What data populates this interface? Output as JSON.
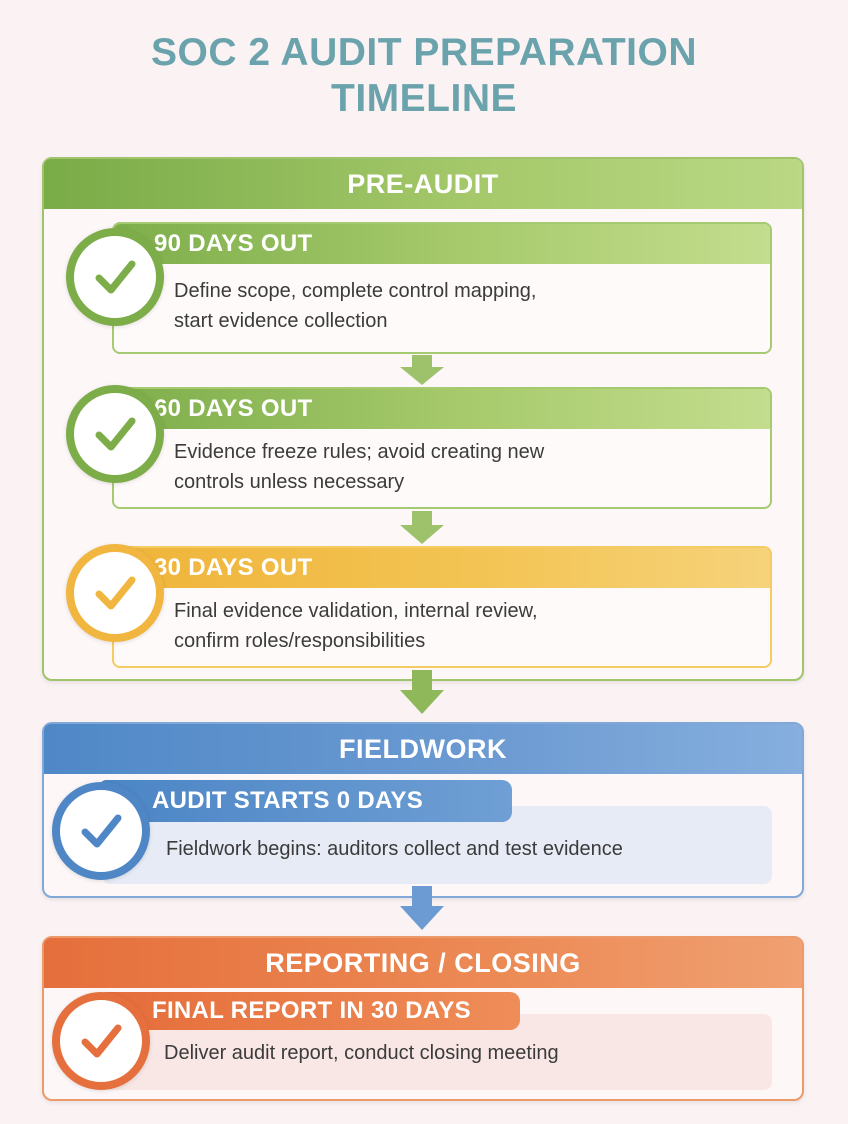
{
  "title": {
    "line1": "SOC 2 AUDIT PREPARATION",
    "line2": "TIMELINE"
  },
  "colors": {
    "title": "#6ba3ad",
    "green": "#7cad48",
    "yellow": "#f1b63f",
    "blue": "#4f87c6",
    "orange": "#e5703e"
  },
  "sections": {
    "pre_audit": {
      "header": "PRE-AUDIT",
      "milestones": [
        {
          "label": "90 DAYS OUT",
          "line1": "Define scope, complete control mapping,",
          "line2": "start evidence collection",
          "icon": "check-icon"
        },
        {
          "label": "60 DAYS OUT",
          "line1": "Evidence freeze rules; avoid creating new",
          "line2": "controls unless necessary",
          "icon": "check-icon"
        },
        {
          "label": "30 DAYS OUT",
          "line1": "Final evidence validation, internal review,",
          "line2": "confirm roles/responsibilities",
          "icon": "check-icon"
        }
      ]
    },
    "fieldwork": {
      "header": "FIELDWORK",
      "milestone": {
        "label": "AUDIT STARTS  0 DAYS",
        "text": "Fieldwork begins: auditors collect and test evidence",
        "icon": "check-icon"
      }
    },
    "reporting": {
      "header": "REPORTING / CLOSING",
      "milestone": {
        "label": "FINAL REPORT IN 30 DAYS",
        "text": "Deliver audit report, conduct closing meeting",
        "icon": "check-icon"
      }
    }
  }
}
